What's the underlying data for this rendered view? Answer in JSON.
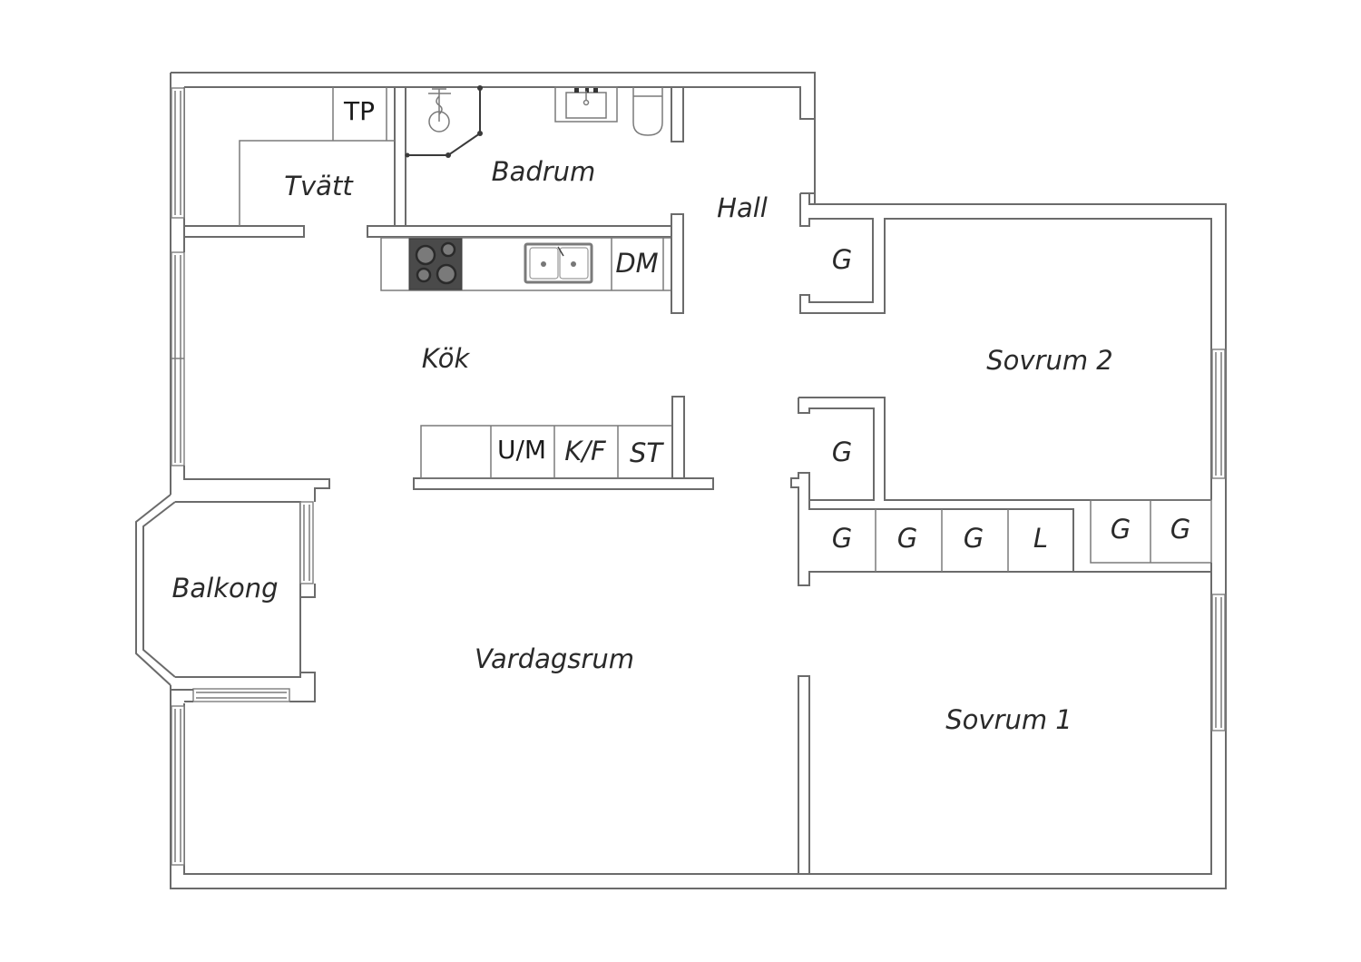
{
  "plan": {
    "title": "Floor plan",
    "rooms": {
      "tvatt": "Tvätt",
      "badrum": "Badrum",
      "hall": "Hall",
      "kok": "Kök",
      "sovrum2": "Sovrum 2",
      "sovrum1": "Sovrum 1",
      "balkong": "Balkong",
      "vardagsrum": "Vardagsrum"
    },
    "fixtures": {
      "tp": "TP",
      "dm": "DM",
      "um": "U/M",
      "kf": "K/F",
      "st": "ST"
    },
    "closets": {
      "g_hall_upper": "G",
      "g_hall_lower": "G",
      "g_row_1": "G",
      "g_row_2": "G",
      "g_row_3": "G",
      "l_row": "L",
      "g_row_5": "G",
      "g_row_6": "G"
    }
  },
  "colors": {
    "wall_stroke": "#6b6b6b",
    "stove": "#4a4a4a",
    "text": "#2a2a2a"
  }
}
